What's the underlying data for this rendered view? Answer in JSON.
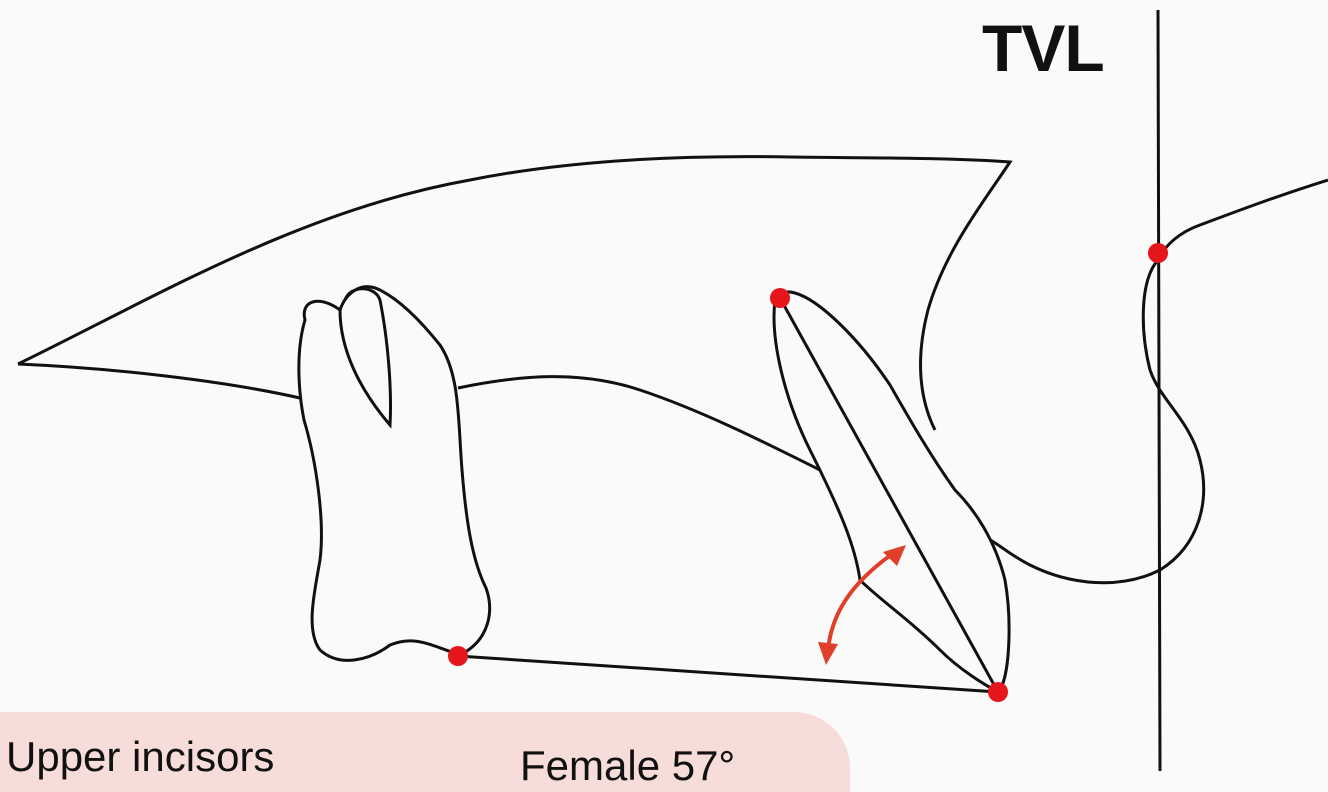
{
  "labels": {
    "vertical_line": "TVL",
    "caption_left": "Upper incisors",
    "caption_right": "Female 57°"
  },
  "colors": {
    "line": "#111111",
    "landmark": "#e5161c",
    "angle_arrow": "#e0402a",
    "caption_background": "#f6ddd9"
  }
}
